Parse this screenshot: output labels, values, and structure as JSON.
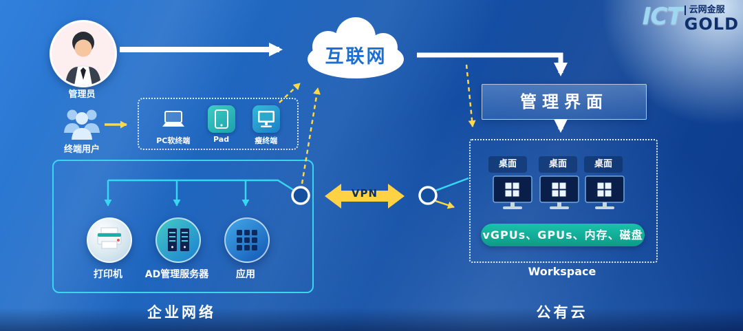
{
  "logo": {
    "ict": "ICT",
    "gold": "GOLD",
    "brand": "云网金服"
  },
  "internet": {
    "label": "互联网",
    "icon": "cloud-icon"
  },
  "vpn": {
    "label": "VPN"
  },
  "admin": {
    "label": "管理员",
    "icon": "admin-person-icon"
  },
  "end_users": {
    "label": "终端用户",
    "icon": "user-group-icon"
  },
  "terminals": {
    "items": [
      {
        "label": "PC软终端",
        "icon": "laptop-icon"
      },
      {
        "label": "Pad",
        "icon": "tablet-icon"
      },
      {
        "label": "瘦终端",
        "icon": "thin-client-icon"
      }
    ]
  },
  "enterprise": {
    "title": "企业网络",
    "items": [
      {
        "label": "打印机",
        "icon": "printer-icon"
      },
      {
        "label": "AD管理服务器",
        "icon": "server-icon"
      },
      {
        "label": "应用",
        "icon": "app-grid-icon"
      }
    ]
  },
  "public_cloud": {
    "title": "公有云",
    "management": {
      "label": "管理界面"
    },
    "workspace": {
      "label": "Workspace",
      "desktop_tabs": [
        {
          "label": "桌面"
        },
        {
          "label": "桌面"
        },
        {
          "label": "桌面"
        }
      ],
      "monitor_icon": "windows-desktop-icon",
      "resources": "vGPUs、GPUs、内存、磁盘"
    }
  },
  "colors": {
    "accent_cyan": "#38D7F1",
    "accent_yellow": "#FFD84A",
    "cloud_text_blue": "#1B6FD3",
    "resource_teal": "#12B7A0",
    "background_blue": "#11489C",
    "logo_navy": "#0E2F6B"
  }
}
